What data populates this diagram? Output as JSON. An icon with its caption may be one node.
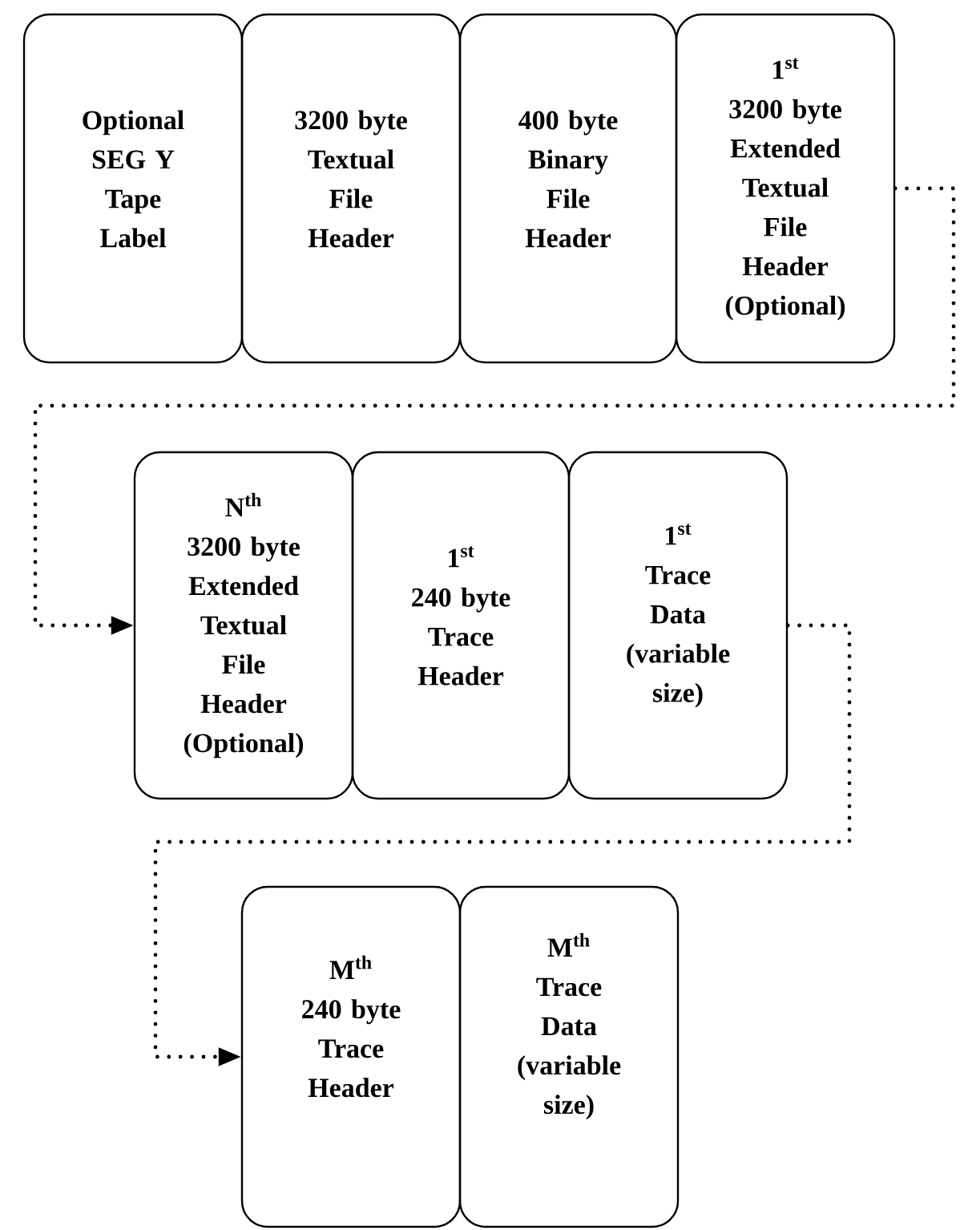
{
  "diagram": {
    "nodes": [
      {
        "text": [
          "Optional SEG Y Tape Label"
        ]
      },
      {
        "text": [
          "3200 byte Textual File Header"
        ]
      },
      {
        "text": [
          "400 byte Binary File Header"
        ]
      },
      {
        "text": [
          "\\mathbf{1^{st}}",
          "3200 byte Extended Textual File Header (Optional)"
        ]
      },
      {
        "text": [
          "\\mathbf{N^{th}}",
          "3200 byte Extended Textual File Header (Optional)"
        ]
      },
      {
        "text": [
          "\\mathbf{1^{st}}",
          "240 byte Trace Header"
        ]
      },
      {
        "text": [
          "\\mathbf{1^{st}}",
          "Trace Data (variable size)"
        ]
      },
      {
        "text": [
          "\\mathbf{M^{th}}",
          "240 byte Trace Header"
        ]
      },
      {
        "text": [
          "\\mathbf{M^{th}}",
          "Trace Data (variable size)"
        ]
      }
    ],
    "edges": [
      {
        "from": 3,
        "to": 4,
        "arrow": "to"
      },
      {
        "from": 6,
        "to": 7,
        "arrow": "to"
      }
    ]
  }
}
